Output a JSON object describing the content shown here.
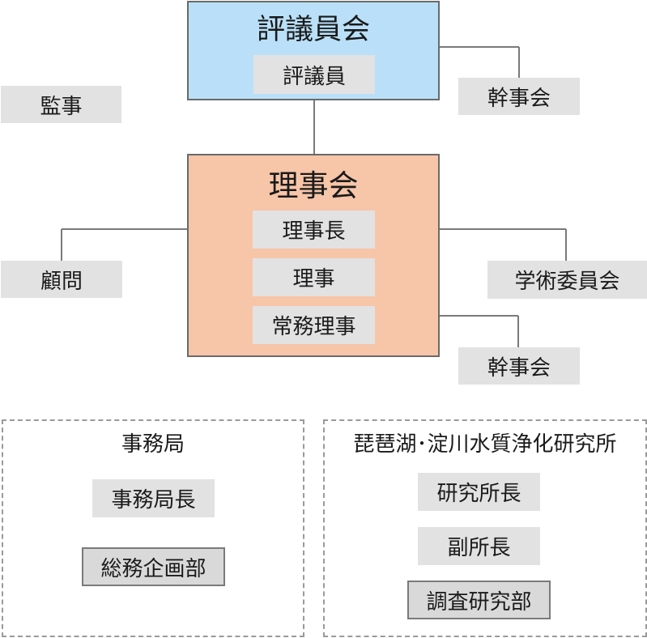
{
  "council": {
    "title": "評議員会",
    "member": "評議員",
    "secretariat": "幹事会"
  },
  "auditor": "監事",
  "board": {
    "title": "理事会",
    "chair": "理事長",
    "director": "理事",
    "executive_director": "常務理事",
    "secretariat": "幹事会"
  },
  "advisor": "顧問",
  "academic_committee": "学術委員会",
  "office": {
    "title": "事務局",
    "head": "事務局長",
    "general_affairs": "総務企画部"
  },
  "institute": {
    "title": "琵琶湖･淀川水質浄化研究所",
    "director": "研究所長",
    "deputy_director": "副所長",
    "research_division": "調査研究部"
  }
}
